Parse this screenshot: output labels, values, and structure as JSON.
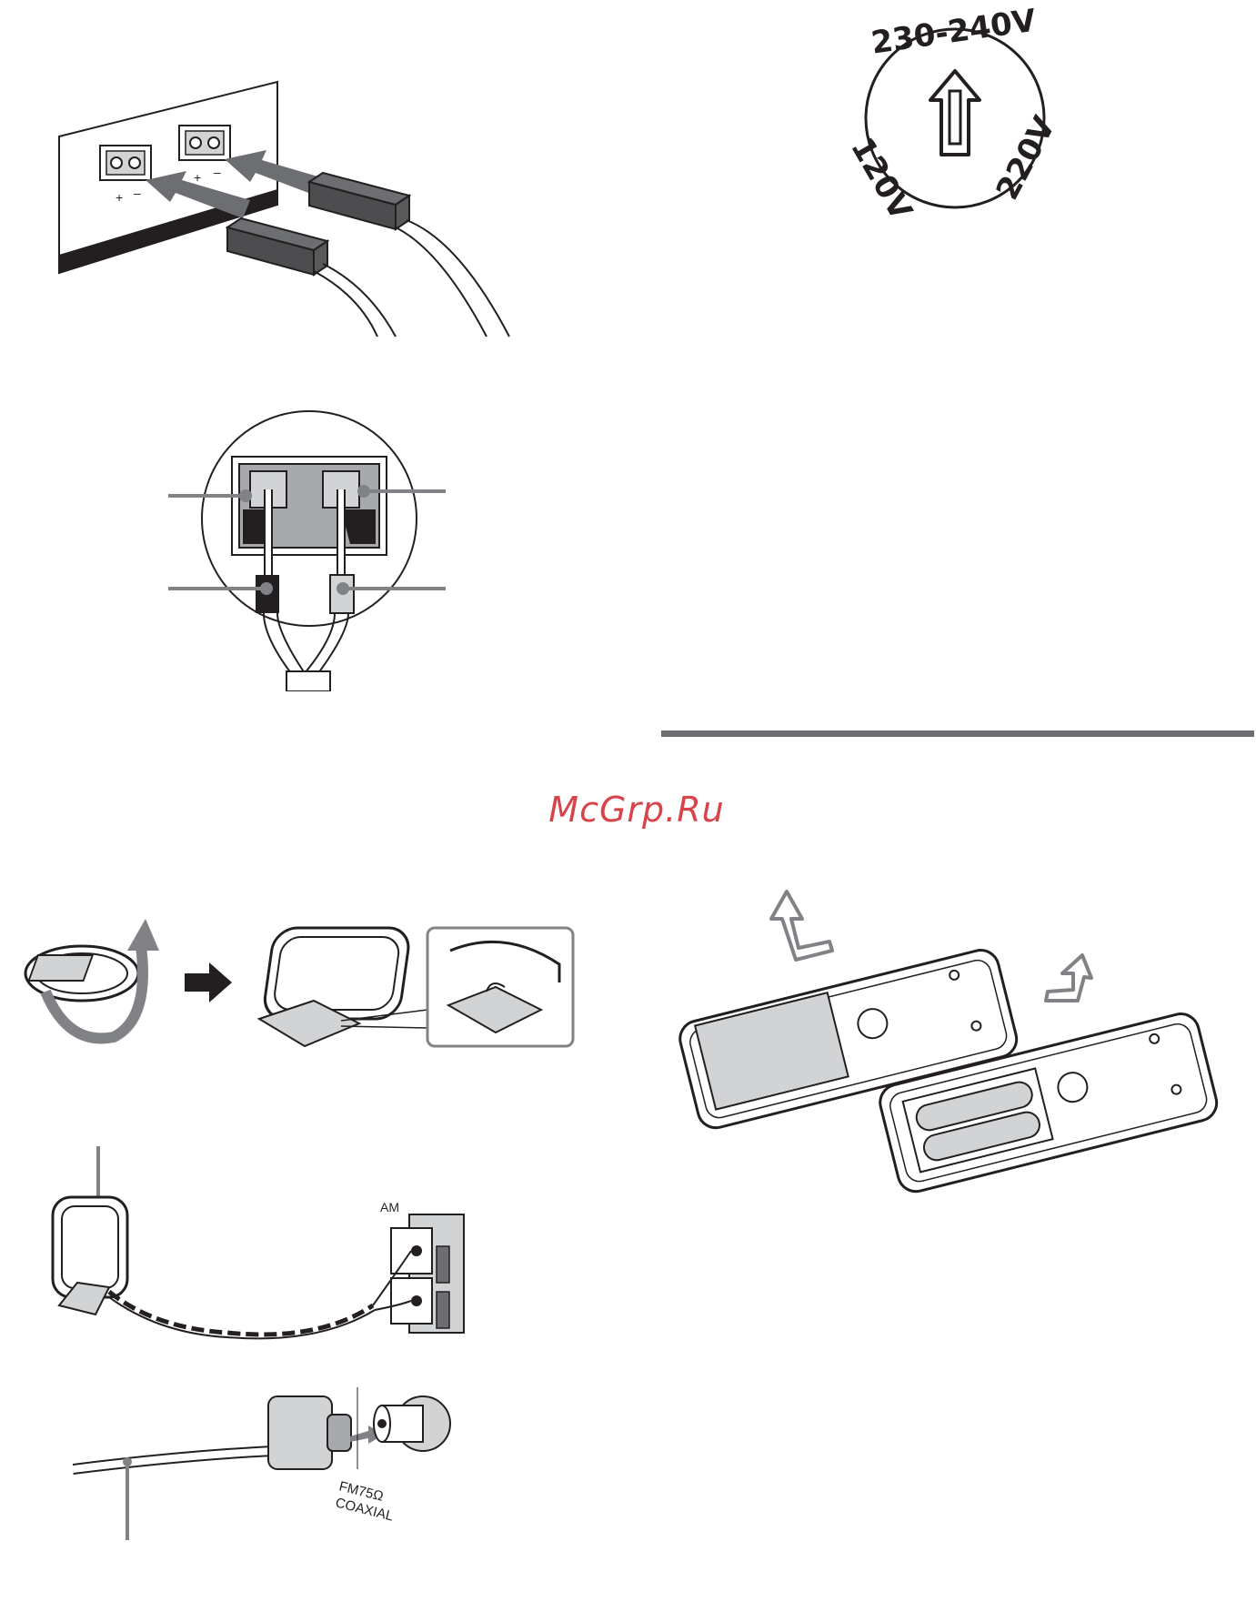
{
  "watermark": "McGrp.Ru",
  "voltage_selector": {
    "top": "230-240V",
    "left": "120V",
    "right": "220V"
  },
  "speaker_panel": {
    "plus": "+",
    "minus": "–"
  },
  "antenna": {
    "am_label": "AM",
    "fm_label_line1": "FM75Ω",
    "fm_label_line2": "COAXIAL"
  },
  "colors": {
    "line": "#231f20",
    "grey": "#6d6e71",
    "light": "#d1d3d4",
    "watermark": "#d9434a"
  }
}
